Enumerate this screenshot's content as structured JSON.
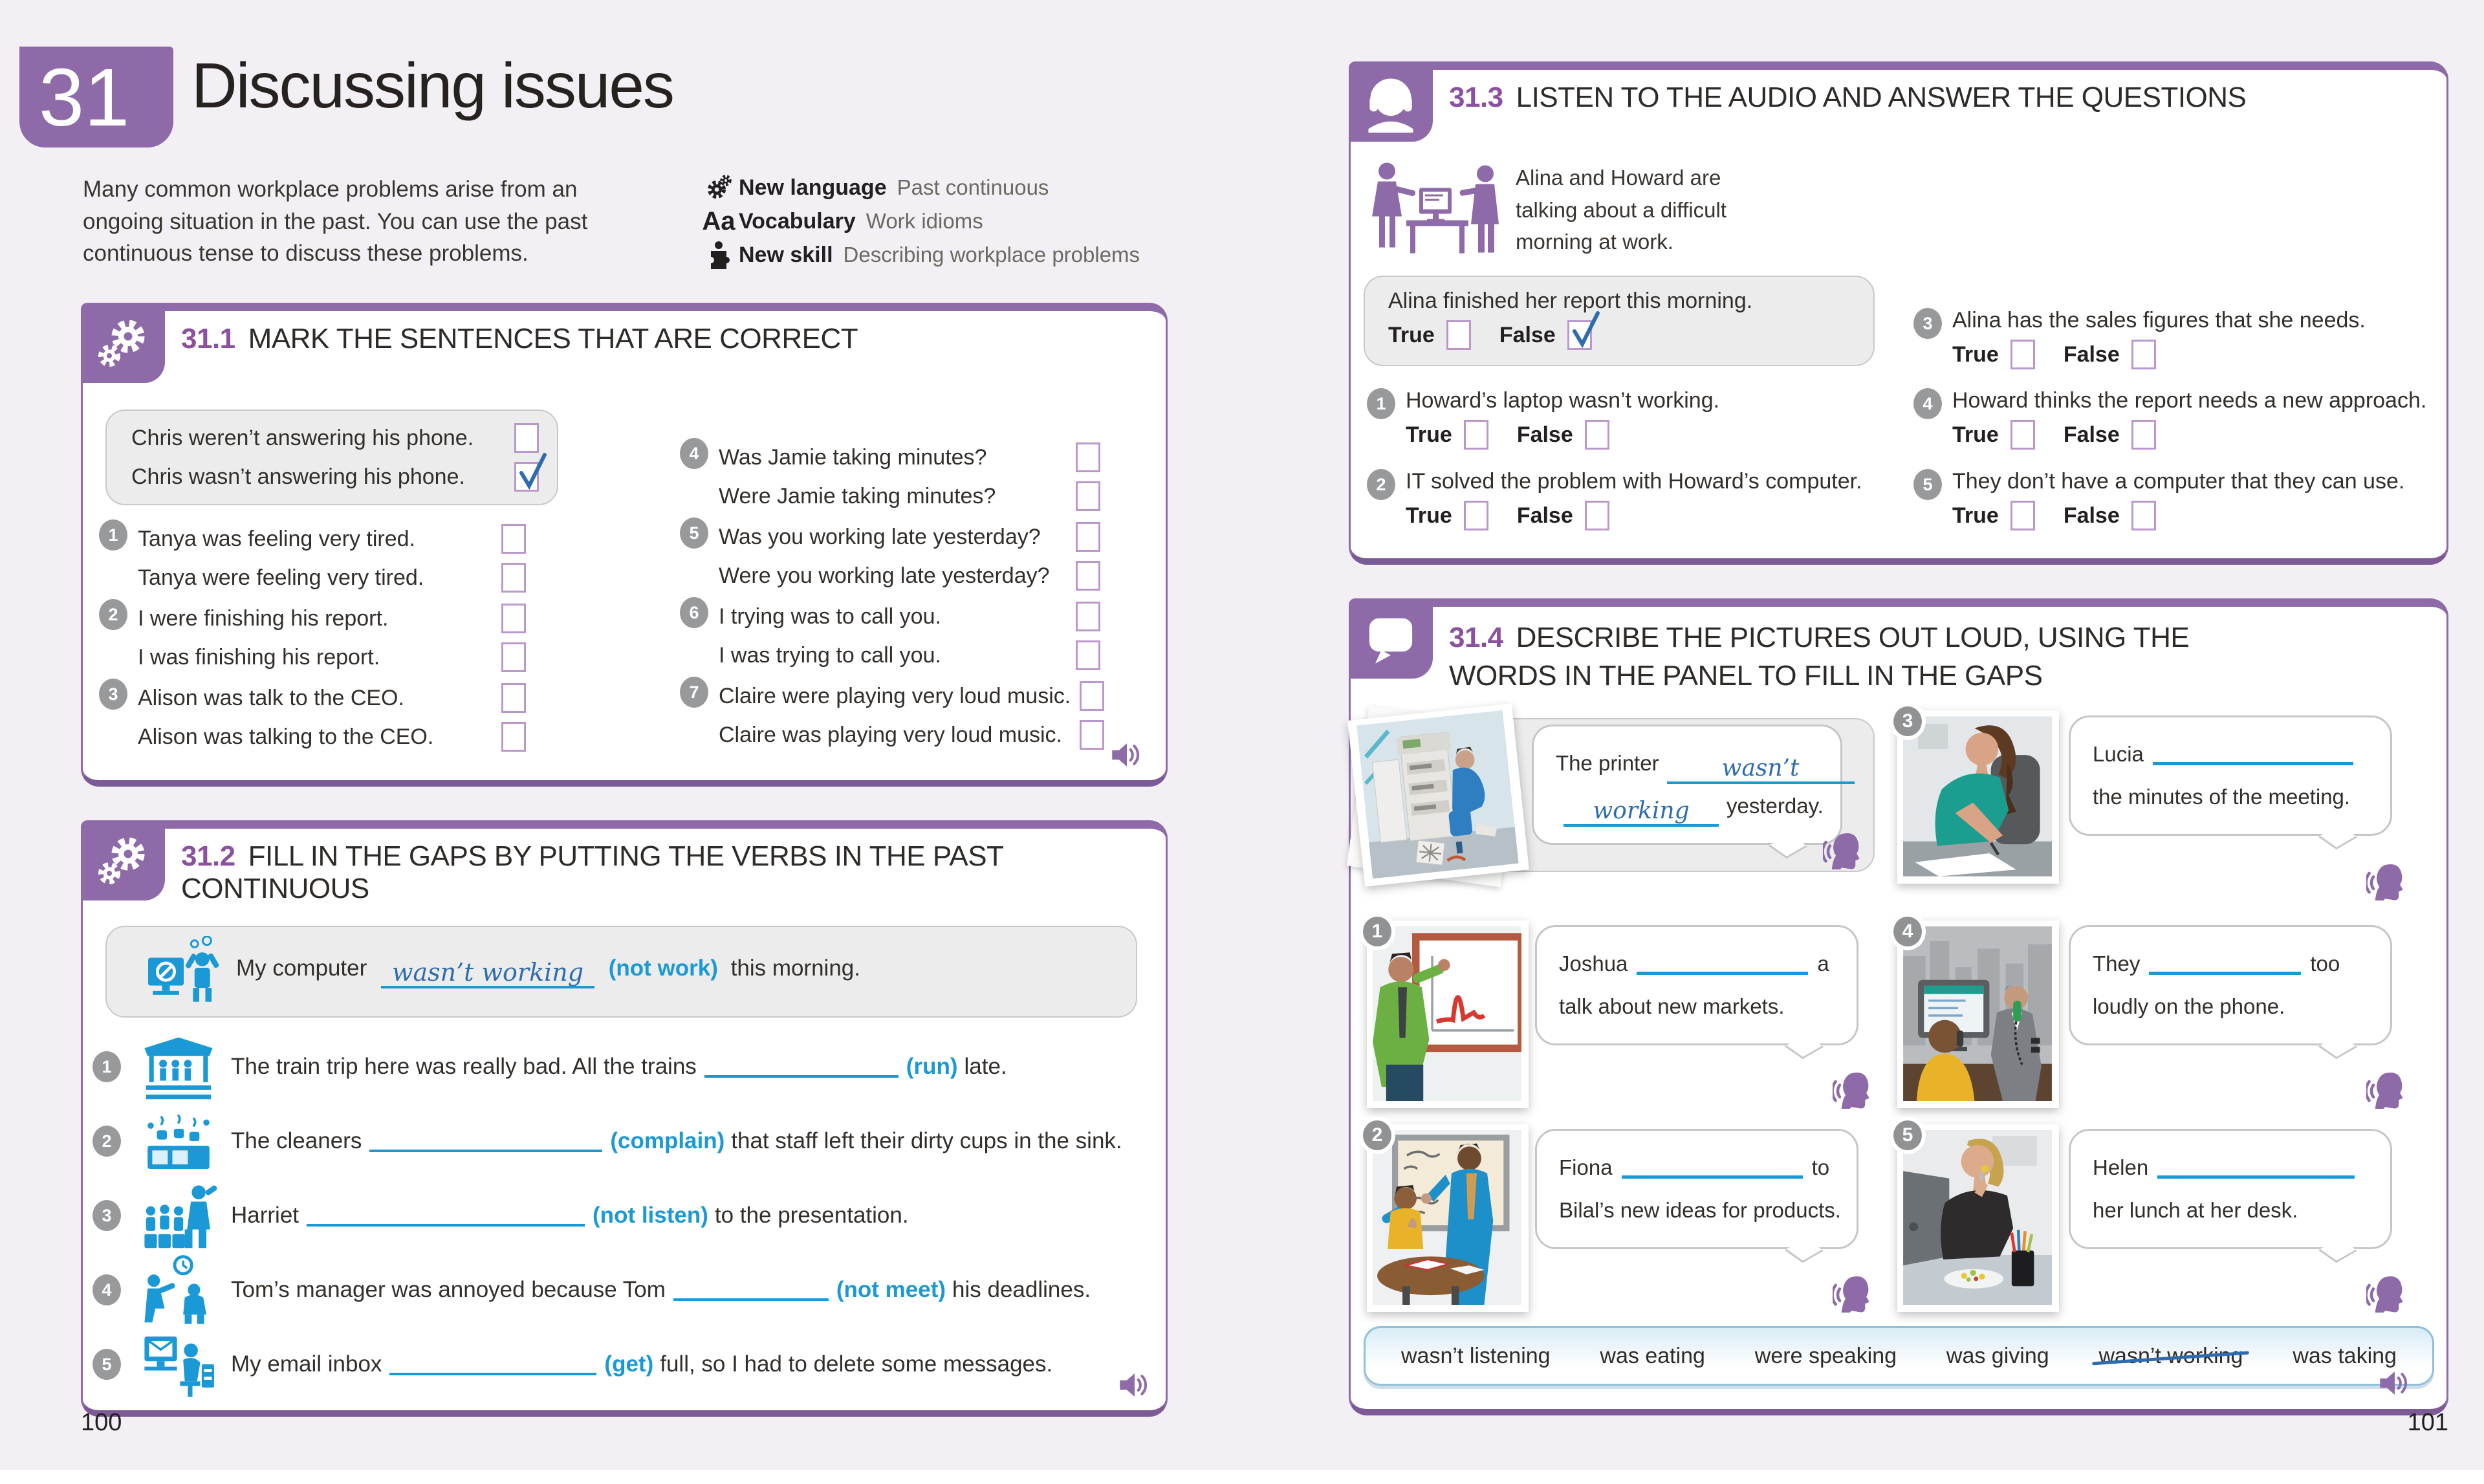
{
  "page": {
    "accent_purple": "#8e6ba8",
    "accent_blue": "#1a99d6",
    "handwriting_blue": "#2e6cae",
    "left_page_number": "100",
    "right_page_number": "101",
    "chapter": {
      "number": "31",
      "title": "Discussing issues"
    },
    "intro": "Many common workplace problems arise from an ongoing situation in the past. You can use the past continuous tense to discuss these problems.",
    "summary": {
      "rows": [
        {
          "icon": "gear-icon",
          "label": "New language",
          "value": "Past continuous"
        },
        {
          "icon": "aa-icon",
          "label": "Vocabulary",
          "value": "Work idioms"
        },
        {
          "icon": "puzzle-person-icon",
          "label": "New skill",
          "value": "Describing workplace problems"
        }
      ]
    }
  },
  "labels": {
    "true": "True",
    "false": "False"
  },
  "ex31_1": {
    "number": "31.1",
    "title": "MARK THE SENTENCES THAT ARE CORRECT",
    "example": {
      "options": [
        {
          "text": "Chris weren’t answering his phone.",
          "checked": false
        },
        {
          "text": "Chris wasn’t answering his phone.",
          "checked": true
        }
      ]
    },
    "items": [
      {
        "num": "1",
        "options": [
          {
            "text": "Tanya was feeling very tired.",
            "checked": false
          },
          {
            "text": "Tanya were feeling very tired.",
            "checked": false
          }
        ]
      },
      {
        "num": "2",
        "options": [
          {
            "text": "I were finishing his report.",
            "checked": false
          },
          {
            "text": "I was finishing his report.",
            "checked": false
          }
        ]
      },
      {
        "num": "3",
        "options": [
          {
            "text": "Alison was talk to the CEO.",
            "checked": false
          },
          {
            "text": "Alison was talking to the CEO.",
            "checked": false
          }
        ]
      },
      {
        "num": "4",
        "options": [
          {
            "text": "Was Jamie taking minutes?",
            "checked": false
          },
          {
            "text": "Were Jamie taking minutes?",
            "checked": false
          }
        ]
      },
      {
        "num": "5",
        "options": [
          {
            "text": "Was you working late yesterday?",
            "checked": false
          },
          {
            "text": "Were you working late yesterday?",
            "checked": false
          }
        ]
      },
      {
        "num": "6",
        "options": [
          {
            "text": "I trying was to call you.",
            "checked": false
          },
          {
            "text": "I was trying to call you.",
            "checked": false
          }
        ]
      },
      {
        "num": "7",
        "options": [
          {
            "text": "Claire were playing very loud music.",
            "checked": false
          },
          {
            "text": "Claire was playing very loud music.",
            "checked": false
          }
        ]
      }
    ]
  },
  "ex31_2": {
    "number": "31.2",
    "title": "FILL IN THE GAPS BY PUTTING THE VERBS IN THE PAST CONTINUOUS",
    "example": {
      "icon": "broken-computer-icon",
      "pre": "My computer",
      "fill": "wasn’t working",
      "hint": "(not work)",
      "post": "this morning."
    },
    "items": [
      {
        "num": "1",
        "icon": "train-station-icon",
        "pre": "The train trip here was really bad. All the trains",
        "hint": "(run)",
        "post": "late."
      },
      {
        "num": "2",
        "icon": "kitchen-sink-icon",
        "pre": "The cleaners",
        "hint": "(complain)",
        "post": "that staff left their dirty cups in the sink."
      },
      {
        "num": "3",
        "icon": "presentation-icon",
        "pre": "Harriet",
        "hint": "(not listen)",
        "post": "to the presentation."
      },
      {
        "num": "4",
        "icon": "deadline-clock-icon",
        "pre": "Tom’s manager was annoyed because Tom",
        "hint": "(not meet)",
        "post": "his deadlines."
      },
      {
        "num": "5",
        "icon": "email-desk-icon",
        "pre": "My email inbox",
        "hint": "(get)",
        "post": "full, so I had to delete some messages."
      }
    ]
  },
  "ex31_3": {
    "number": "31.3",
    "title": "LISTEN TO THE AUDIO AND ANSWER THE QUESTIONS",
    "scene_caption": "Alina and Howard are talking about a difficult morning at work.",
    "example": {
      "statement": "Alina finished her report this morning.",
      "answer": "False"
    },
    "items": [
      {
        "num": "1",
        "statement": "Howard’s laptop wasn’t working."
      },
      {
        "num": "2",
        "statement": "IT solved the problem with Howard’s computer."
      },
      {
        "num": "3",
        "statement": "Alina has the sales figures that she needs."
      },
      {
        "num": "4",
        "statement": "Howard thinks the report needs a new approach."
      },
      {
        "num": "5",
        "statement": "They don’t have a computer that they can use."
      }
    ]
  },
  "ex31_4": {
    "number": "31.4",
    "title": "DESCRIBE THE PICTURES OUT LOUD, USING THE WORDS IN THE PANEL TO FILL IN THE GAPS",
    "example": {
      "photo": "printer-repair",
      "pre": "The printer",
      "fill1": "wasn’t",
      "fill2": "working",
      "post": "yesterday."
    },
    "items": [
      {
        "num": "1",
        "photo": "man-presenting-chart",
        "line1_pre": "Joshua",
        "line1_post": "a",
        "line2": "talk about new markets."
      },
      {
        "num": "2",
        "photo": "meeting-at-table",
        "line1_pre": "Fiona",
        "line1_post": "to",
        "line2": "Bilal’s new ideas for products."
      },
      {
        "num": "3",
        "photo": "woman-writing-notes",
        "line1_pre": "Lucia",
        "line1_post": "",
        "line2": "the minutes of the meeting."
      },
      {
        "num": "4",
        "photo": "two-men-on-phones",
        "line1_pre": "They",
        "line1_post": "too",
        "line2": "loudly on the phone."
      },
      {
        "num": "5",
        "photo": "woman-eating-at-desk",
        "line1_pre": "Helen",
        "line1_post": "",
        "line2": "her lunch at her desk."
      }
    ],
    "word_panel": {
      "words": [
        "wasn’t listening",
        "was eating",
        "were speaking",
        "was giving",
        "wasn’t working",
        "was taking"
      ],
      "crossed_out": "wasn’t working"
    }
  }
}
